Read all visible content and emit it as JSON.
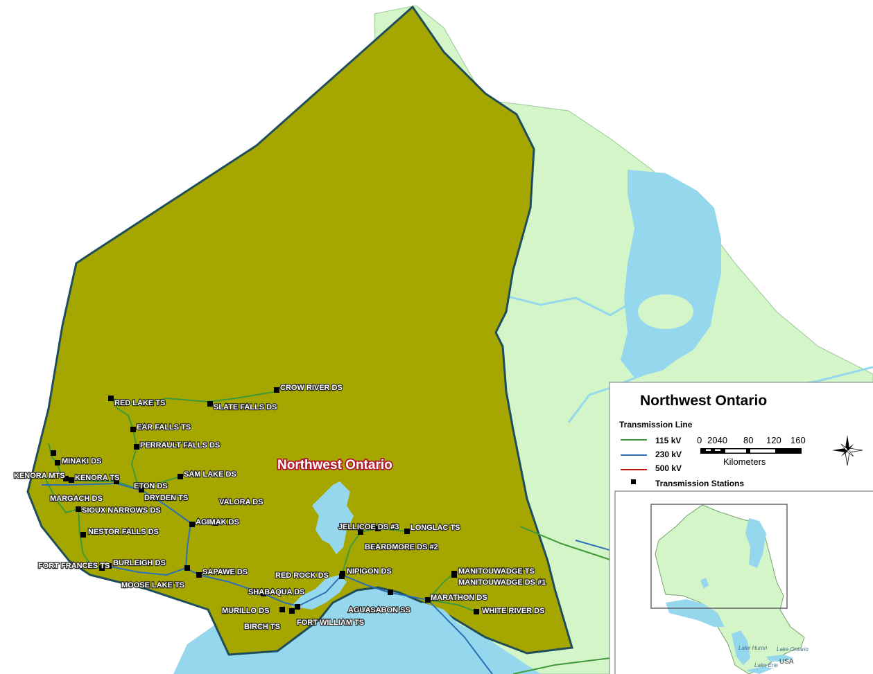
{
  "map": {
    "region_label": "Northwest Ontario",
    "colors": {
      "region_fill": "#a6a600",
      "region_border": "#1f4e5a",
      "land": "#d3f5c8",
      "water": "#95d8ee",
      "line_115": "#3d9a3a",
      "line_230": "#2c6fb5",
      "line_500": "#c01010",
      "station": "#000000"
    },
    "stations": [
      {
        "name": "CROW RIVER DS"
      },
      {
        "name": "RED LAKE TS"
      },
      {
        "name": "SLATE FALLS DS"
      },
      {
        "name": "EAR FALLS TS"
      },
      {
        "name": "PERRAULT FALLS DS"
      },
      {
        "name": "MINAKI DS"
      },
      {
        "name": "KENORA MTS"
      },
      {
        "name": "KENORA TS"
      },
      {
        "name": "SAM LAKE DS"
      },
      {
        "name": "MARGACH DS"
      },
      {
        "name": "ETON DS"
      },
      {
        "name": "DRYDEN TS"
      },
      {
        "name": "SIOUX NARROWS DS"
      },
      {
        "name": "VALORA DS"
      },
      {
        "name": "AGIMAK DS"
      },
      {
        "name": "NESTOR FALLS DS"
      },
      {
        "name": "FORT FRANCES TS"
      },
      {
        "name": "BURLEIGH DS"
      },
      {
        "name": "SAPAWE DS"
      },
      {
        "name": "MOOSE LAKE TS"
      },
      {
        "name": "JELLICOE DS #3"
      },
      {
        "name": "LONGLAC TS"
      },
      {
        "name": "BEARDMORE DS #2"
      },
      {
        "name": "RED ROCK DS"
      },
      {
        "name": "NIPIGON DS"
      },
      {
        "name": "MANITOUWADGE TS"
      },
      {
        "name": "MANITOUWADGE DS #1"
      },
      {
        "name": "SHABAQUA DS"
      },
      {
        "name": "MARATHON DS"
      },
      {
        "name": "AGUASABON SS"
      },
      {
        "name": "MURILLO DS"
      },
      {
        "name": "WHITE RIVER DS"
      },
      {
        "name": "FORT WILLIAM TS"
      },
      {
        "name": "BIRCH TS"
      }
    ]
  },
  "legend": {
    "title": "Northwest Ontario",
    "section_title": "Transmission Line",
    "lines": [
      {
        "label": "115 kV"
      },
      {
        "label": "230 kV"
      },
      {
        "label": "500 kV"
      }
    ],
    "stations_label": "Transmission Stations",
    "scale": {
      "ticks": [
        "0",
        "2040",
        "80",
        "120",
        "160"
      ],
      "unit": "Kilometers"
    },
    "compass": "north-arrow"
  },
  "inset": {
    "lake_huron": "Lake Huron",
    "lake_ontario": "Lake Ontario",
    "lake_erie": "Lake Erie",
    "usa": "USA"
  }
}
